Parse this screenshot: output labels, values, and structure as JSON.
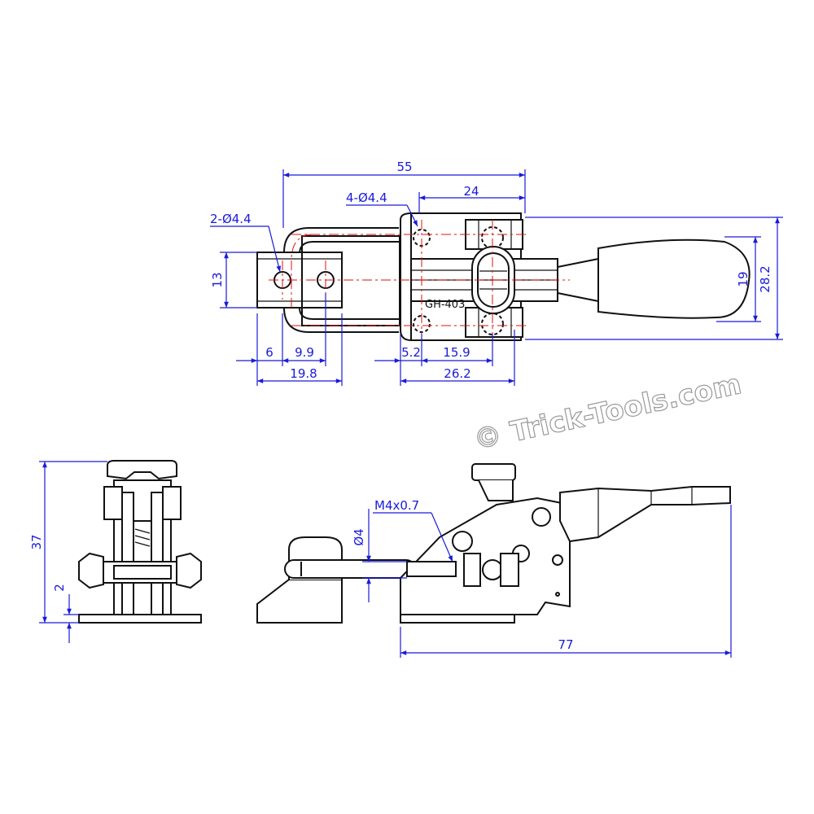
{
  "title": "Toggle latch clamp technical drawing",
  "part_marking": "GH-403",
  "watermark": "© Trick-Tools.com",
  "colors": {
    "dimension": "#1a1adc",
    "centerline": "#e01010",
    "outline": "#111111"
  },
  "top_view": {
    "dims": {
      "overall_length": "55",
      "hole_spacing_right": "24",
      "holes_right": "4-Ø4.4",
      "holes_left": "2-Ø4.4",
      "left_block_height": "13",
      "handle_width": "19",
      "overall_width": "28.2",
      "left_edge_to_hole": "6",
      "hole_to_hole_left": "9.9",
      "left_block_length": "19.8",
      "base_edge_to_hole": "5.2",
      "hole_to_hole_base": "15.9",
      "base_length": "26.2"
    }
  },
  "end_view": {
    "dims": {
      "overall_height": "37",
      "base_thickness": "2"
    }
  },
  "side_view": {
    "dims": {
      "rod_diameter": "Ø4",
      "thread": "M4x0.7",
      "overall_length": "77"
    }
  }
}
